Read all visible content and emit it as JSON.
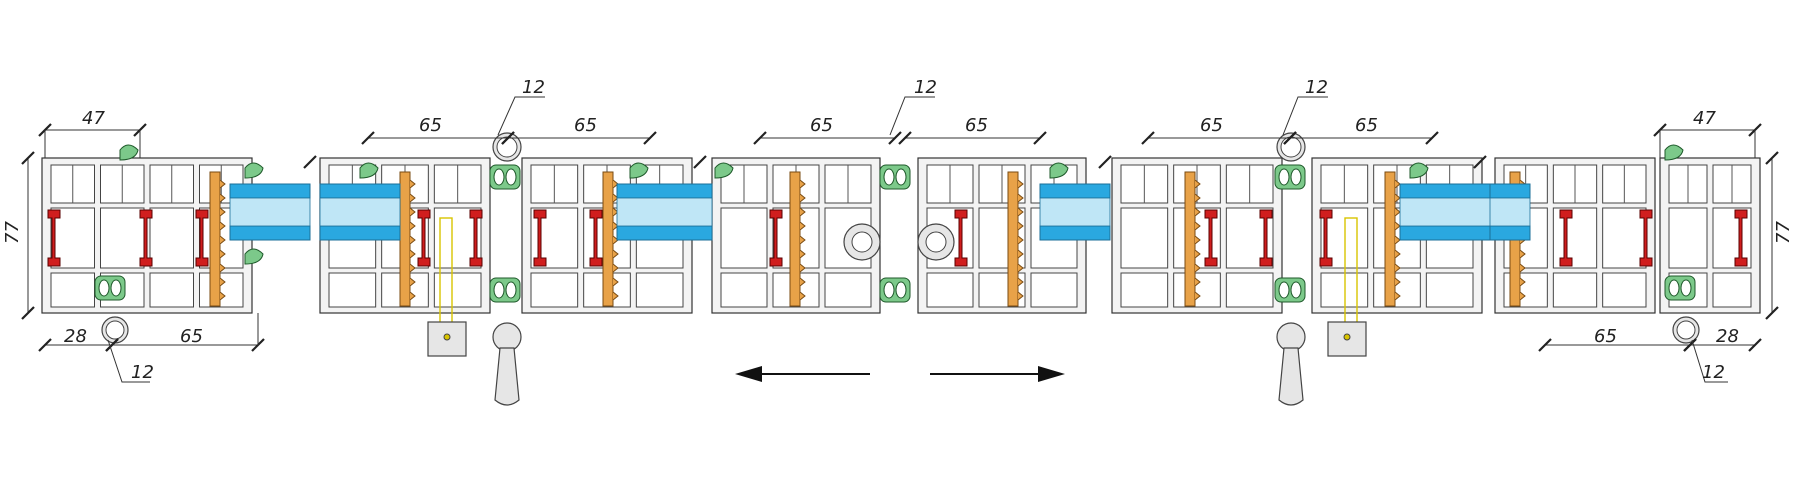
{
  "dimensions": {
    "left_frame_width": "47",
    "left_height": "77",
    "left_bottom_a": "28",
    "left_bottom_b": "65",
    "left_roller": "12",
    "sash1_top_a": "65",
    "sash1_top_b": "65",
    "sash1_roller": "12",
    "center_top_a": "65",
    "center_top_b": "65",
    "center_roller": "12",
    "sash3_top_a": "65",
    "sash3_top_b": "65",
    "sash3_roller": "12",
    "right_frame_width": "47",
    "right_height": "77",
    "right_bottom_a": "65",
    "right_bottom_b": "28",
    "right_roller": "12"
  },
  "colors": {
    "glass": "#2aa8e0",
    "thermal_break": "#d01e1e",
    "reinforcement": "#e8a248",
    "gasket": "#7cc98a"
  }
}
